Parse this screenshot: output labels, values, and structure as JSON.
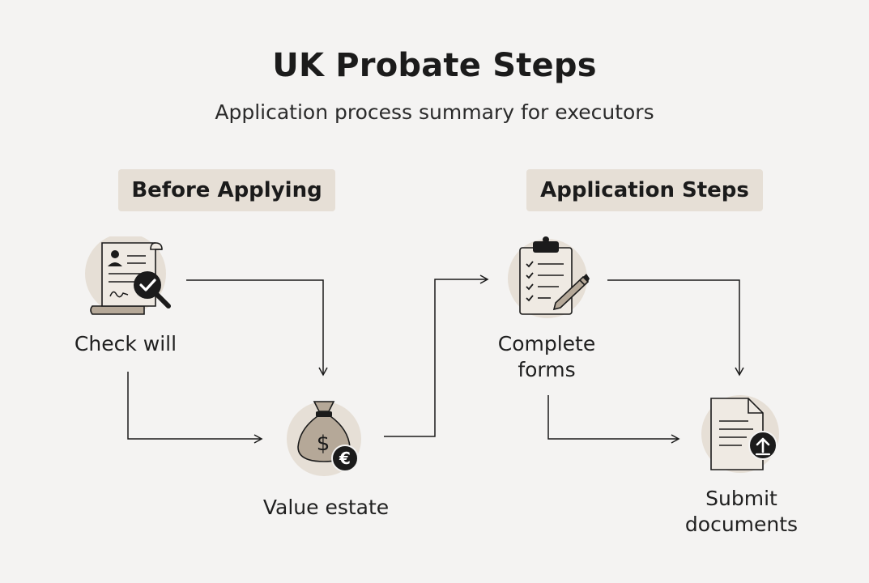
{
  "title": "UK Probate Steps",
  "subtitle": "Application process summary for executors",
  "sections": {
    "before": "Before Applying",
    "application": "Application Steps"
  },
  "steps": {
    "check_will": "Check will",
    "value_estate": "Value estate",
    "complete_forms": {
      "line1": "Complete",
      "line2": "forms"
    },
    "submit_documents": {
      "line1": "Submit",
      "line2": "documents"
    }
  },
  "icons": {
    "check_will": "will-document-check-icon",
    "value_estate": "money-bag-euro-icon",
    "complete_forms": "clipboard-pencil-icon",
    "submit_documents": "document-upload-icon"
  },
  "colors": {
    "background": "#f4f3f2",
    "pill": "#e6dfd6",
    "icon_circle": "#e6dfd6",
    "icon_fill": "#efeae3",
    "bag_fill": "#b5a898",
    "ink": "#1b1b1b"
  }
}
